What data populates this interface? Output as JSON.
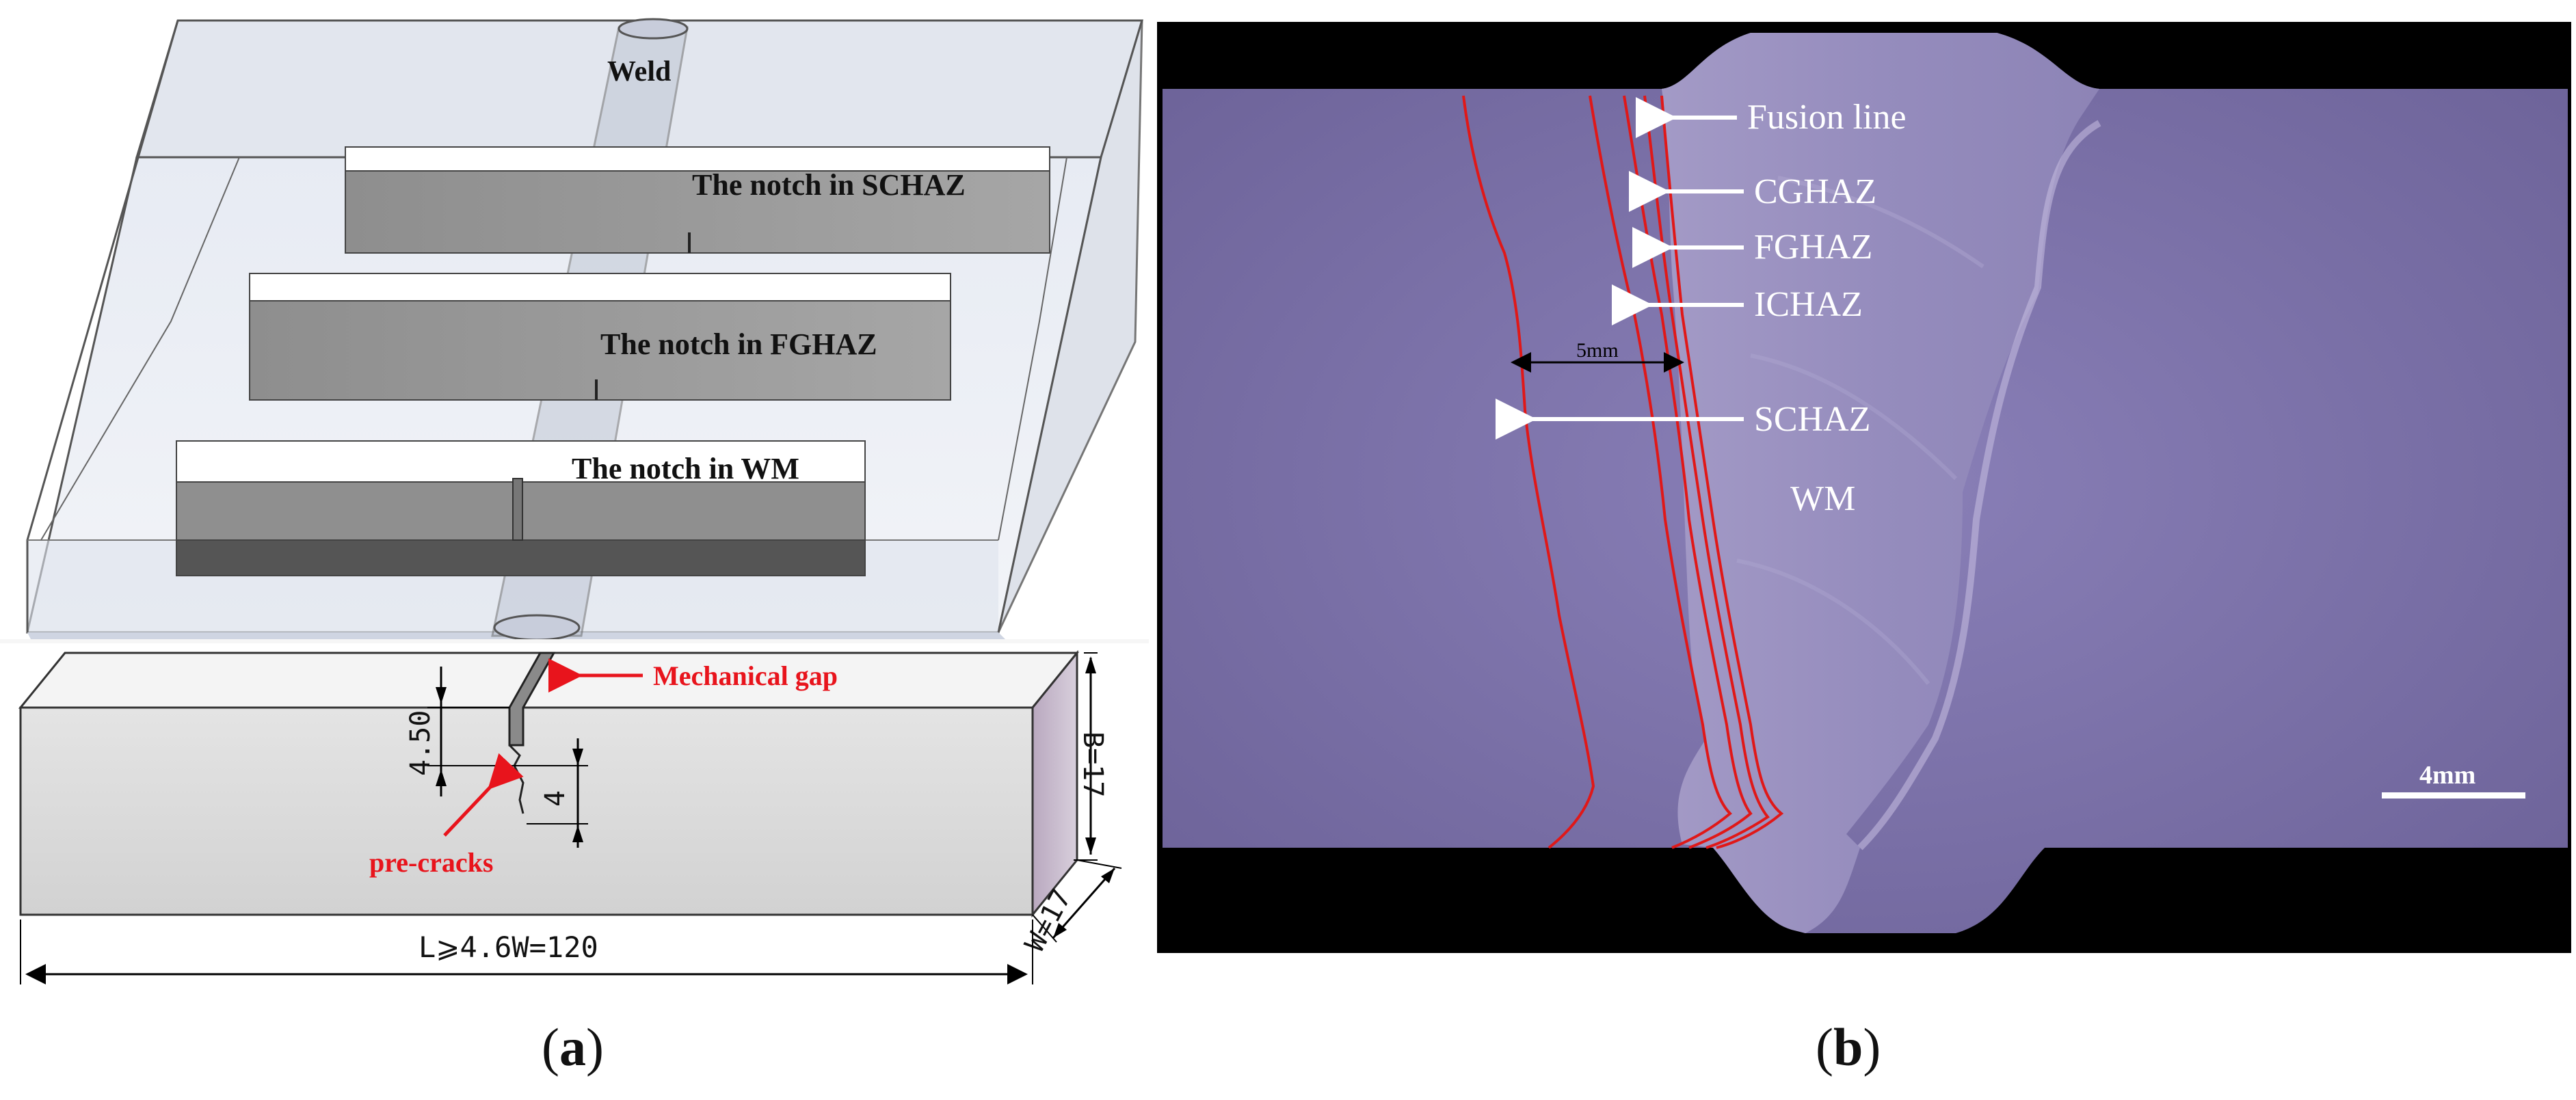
{
  "panel_a": {
    "label": "(a)",
    "weld_label": "Weld",
    "notch_schaz": "The notch in SCHAZ",
    "notch_fghaz": "The notch in FGHAZ",
    "notch_wm": "The notch in WM",
    "mechanical_gap": "Mechanical gap",
    "pre_cracks": "pre-cracks",
    "dim_gap": "4.50",
    "dim_crack": "4",
    "dim_B": "B=17",
    "dim_W": "W=17",
    "dim_L": "L⩾4.6W=120"
  },
  "panel_b": {
    "label": "(b)",
    "fusion_line": "Fusion line",
    "cghaz": "CGHAZ",
    "fghaz": "FGHAZ",
    "ichaz": "ICHAZ",
    "schaz": "SCHAZ",
    "wm": "WM",
    "scale_5mm": "5mm",
    "scale_4mm": "4mm"
  },
  "colors": {
    "annotation_red": "#e8141c",
    "zone_line_red": "#e01818",
    "micrograph_purple": "#7a70a8",
    "weld_purple": "#9a90c0",
    "background_black": "#000000"
  }
}
